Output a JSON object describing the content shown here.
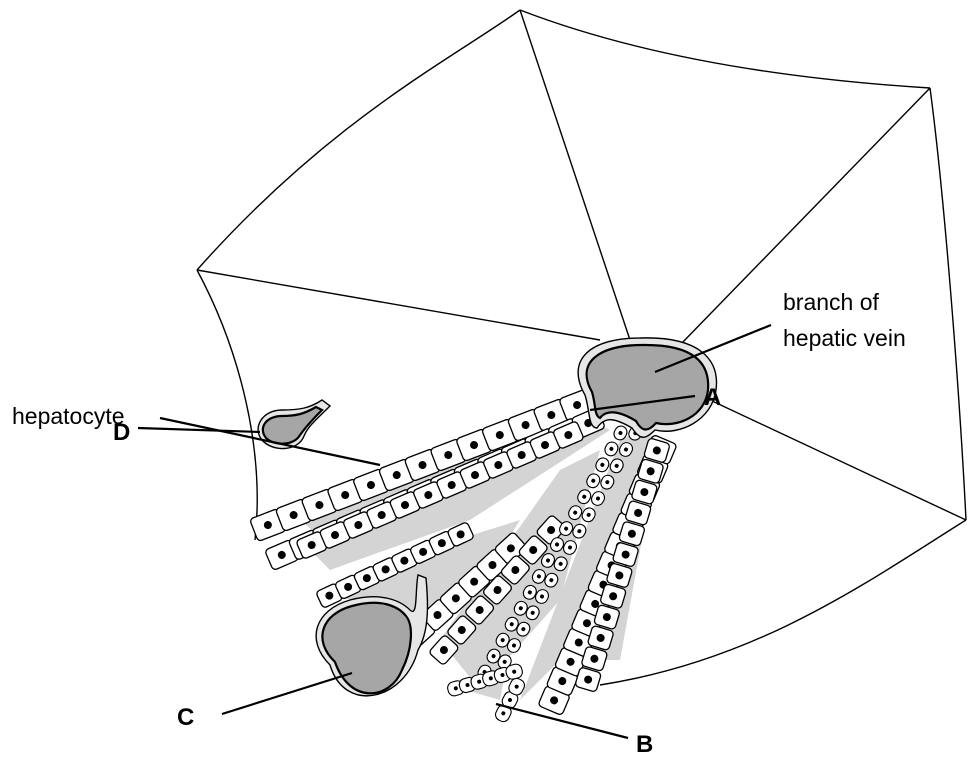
{
  "labels": {
    "hepatic_vein_line1": "branch of",
    "hepatic_vein_line2": "hepatic vein",
    "hepatocyte": "hepatocyte",
    "A": "A",
    "B": "B",
    "C": "C",
    "D": "D"
  },
  "colors": {
    "vessel_fill": "#a6a6a6",
    "sinusoid_fill": "#d4d4d4",
    "cell_fill": "#ffffff",
    "nucleus": "#000000",
    "line": "#000000"
  }
}
